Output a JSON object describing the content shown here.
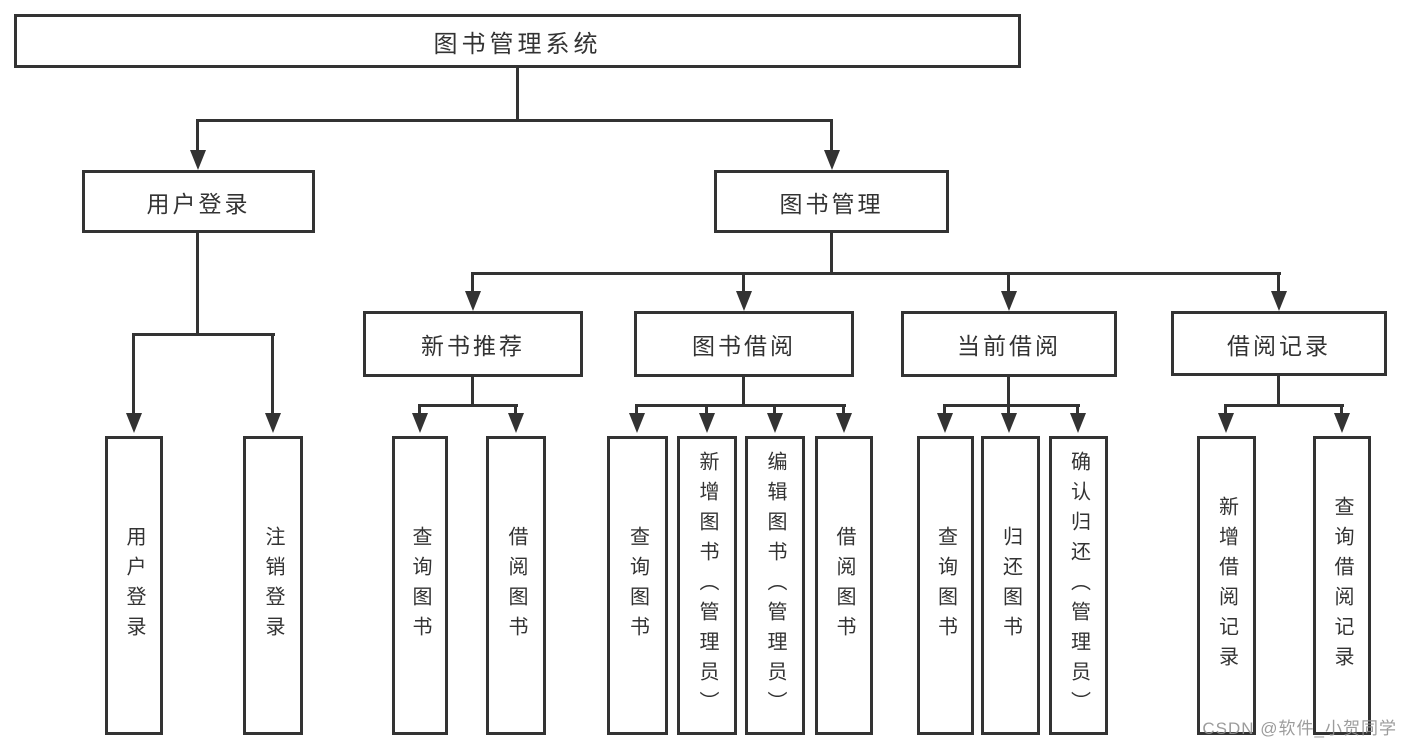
{
  "tree": {
    "label": "图书管理系统",
    "children": [
      {
        "label": "用户登录",
        "children": [
          {
            "label": "用户登录"
          },
          {
            "label": "注销登录"
          }
        ]
      },
      {
        "label": "图书管理",
        "children": [
          {
            "label": "新书推荐",
            "children": [
              {
                "label": "查询图书"
              },
              {
                "label": "借阅图书"
              }
            ]
          },
          {
            "label": "图书借阅",
            "children": [
              {
                "label": "查询图书"
              },
              {
                "label": "新增图书（管理员）"
              },
              {
                "label": "编辑图书（管理员）"
              },
              {
                "label": "借阅图书"
              }
            ]
          },
          {
            "label": "当前借阅",
            "children": [
              {
                "label": "查询图书"
              },
              {
                "label": "归还图书"
              },
              {
                "label": "确认归还（管理员）"
              }
            ]
          },
          {
            "label": "借阅记录",
            "children": [
              {
                "label": "新增借阅记录"
              },
              {
                "label": "查询借阅记录"
              }
            ]
          }
        ]
      }
    ]
  },
  "watermark": {
    "text": "CSDN @软件_小贺同学"
  },
  "colors": {
    "line": "#333333",
    "text": "#333333",
    "watermark": "#919191",
    "background": "#ffffff"
  }
}
